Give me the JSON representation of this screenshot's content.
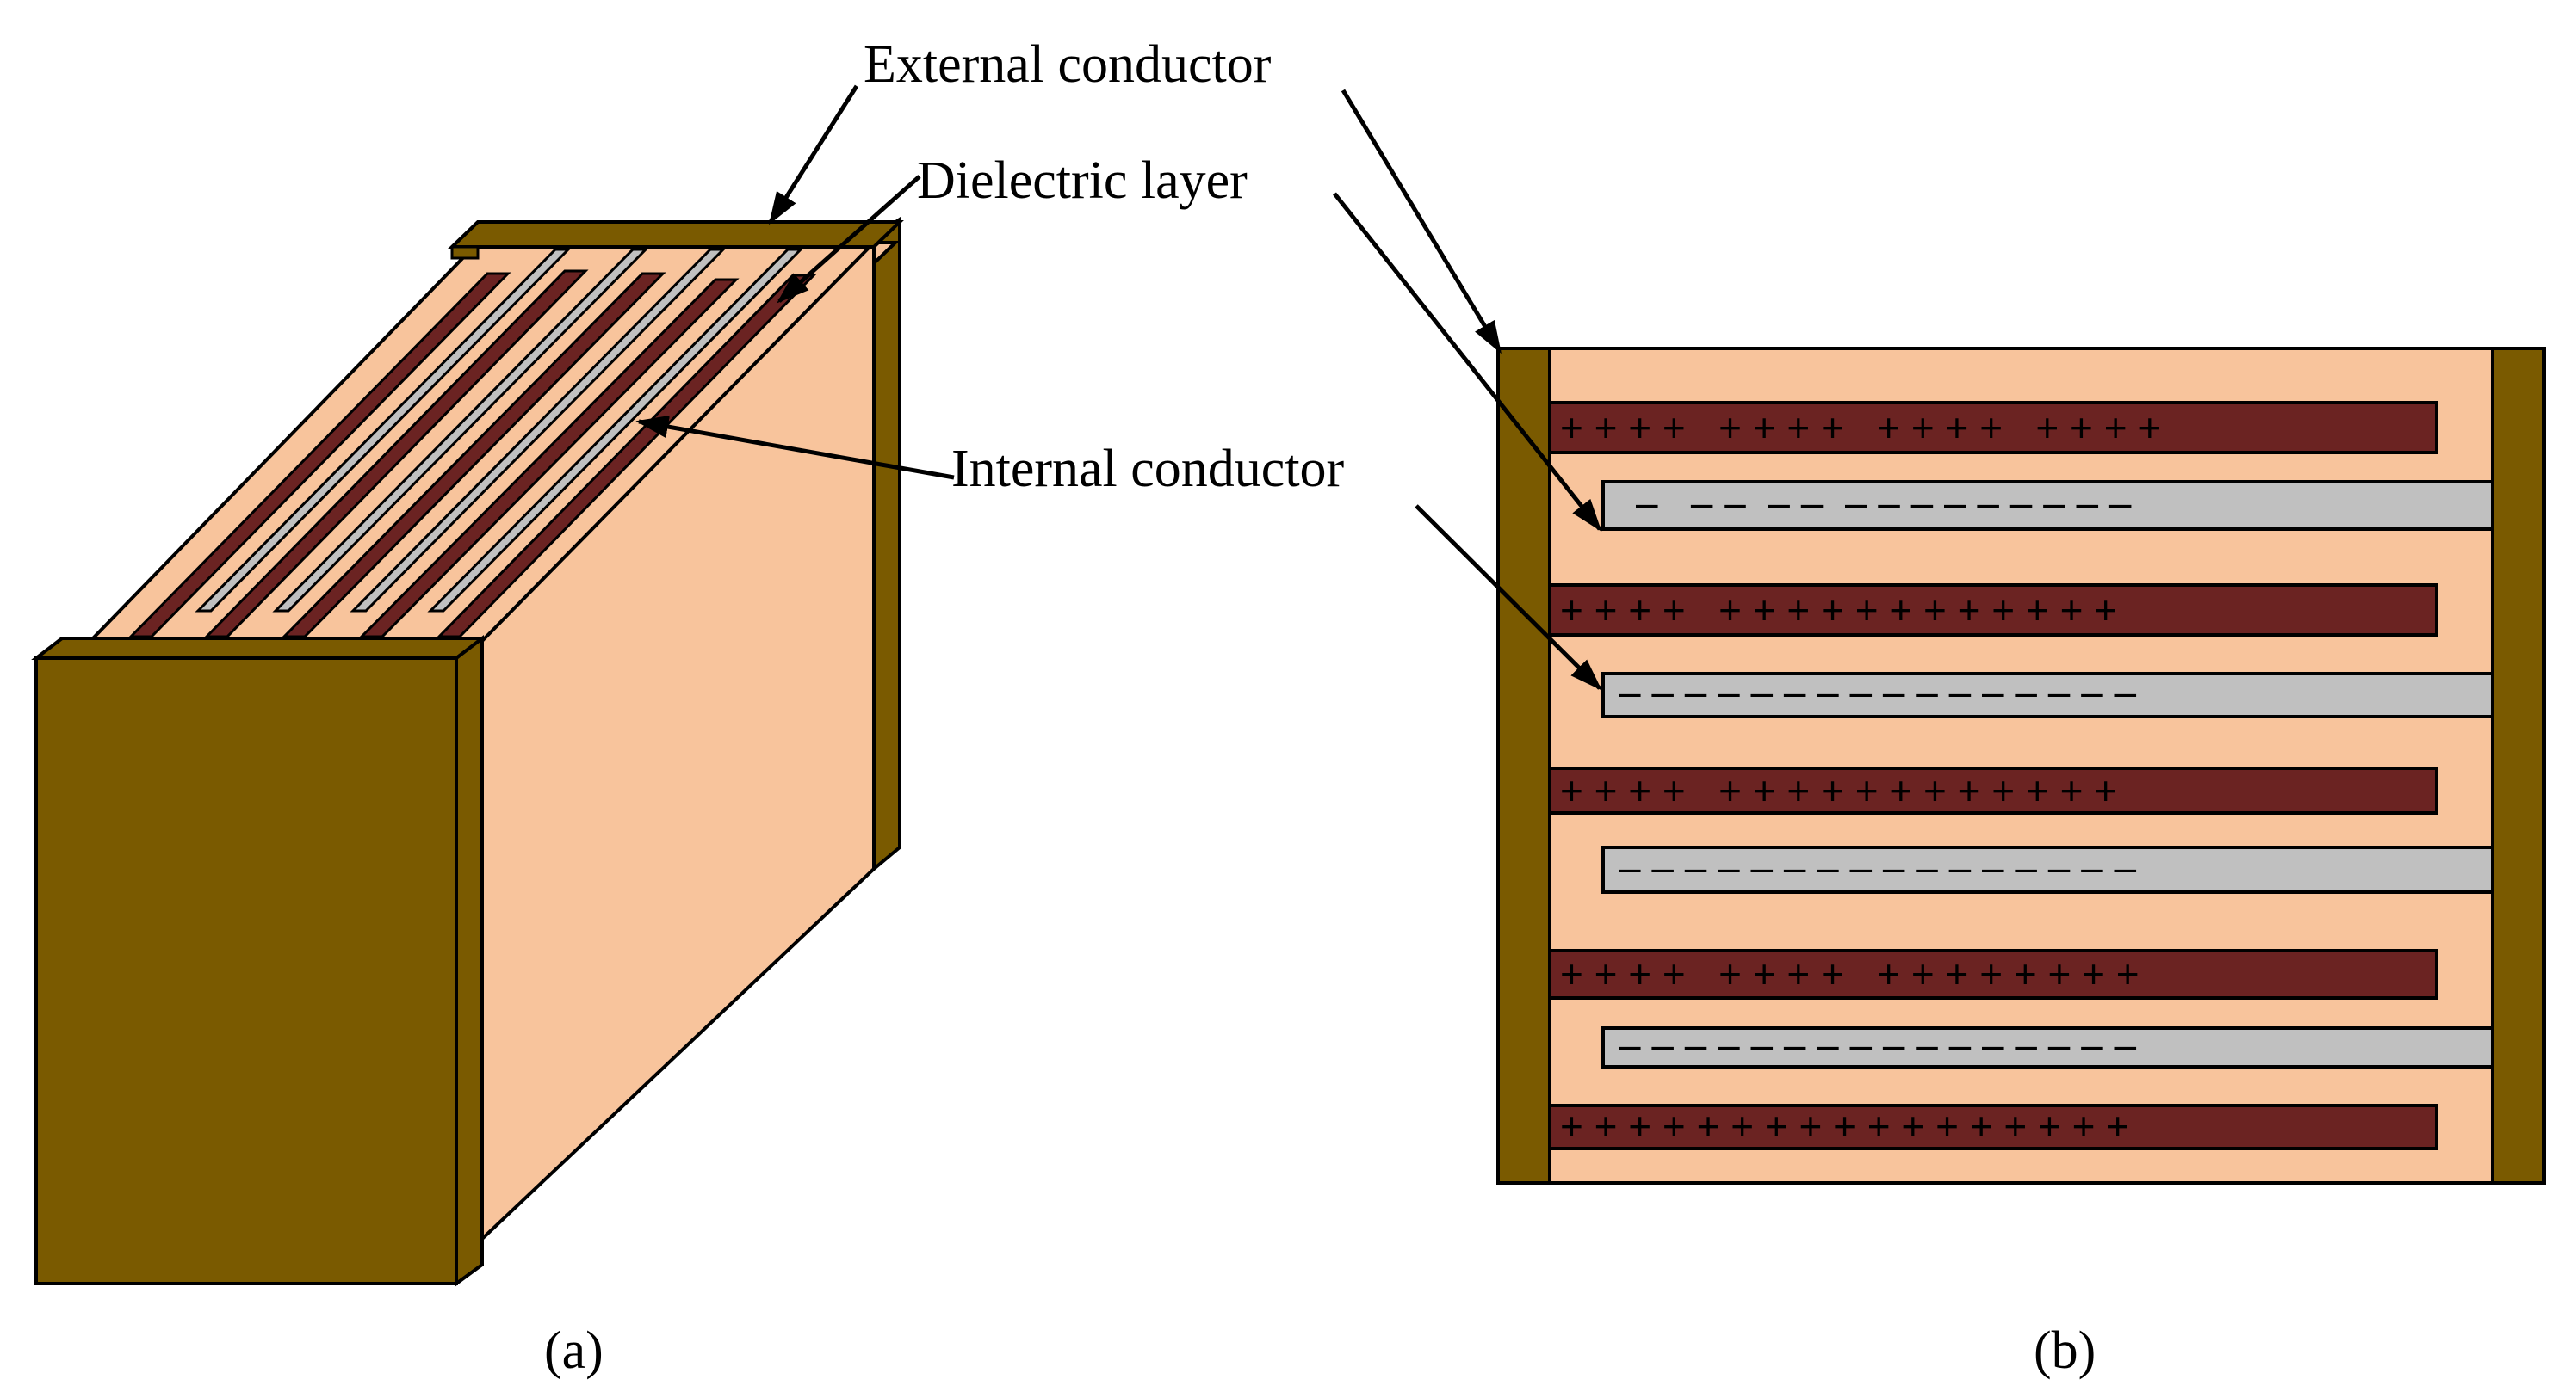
{
  "labels": {
    "external_conductor": "External conductor",
    "dielectric_layer": "Dielectric layer",
    "internal_conductor": "Internal conductor",
    "panel_a": "(a)",
    "panel_b": "(b)"
  },
  "panel_b": {
    "positive_electrode_signs": [
      "+ + + +   + + + +   + + + +   + + + +",
      "+ + + +   + + + + + + + + + + + +",
      "+ + + +   + + + + + + + + + + + +",
      "+ + + +   + + + +   + + + + + + + +",
      "+ + + + + + + + + + + + + + + + +"
    ],
    "negative_electrode_signs": [
      "–   – –  – –  – – – – – – – – –",
      "– – – – – – – – – – – – – – – –",
      "– – – – – – – – – – – – – – – –",
      "– – – – – – – – – – – – – – – –"
    ]
  },
  "colors": {
    "external_conductor": "#7a5a00",
    "dielectric": "#f8c49c",
    "positive_electrode": "#6b2322",
    "negative_electrode": "#c0c0c0",
    "outline": "#000000"
  }
}
